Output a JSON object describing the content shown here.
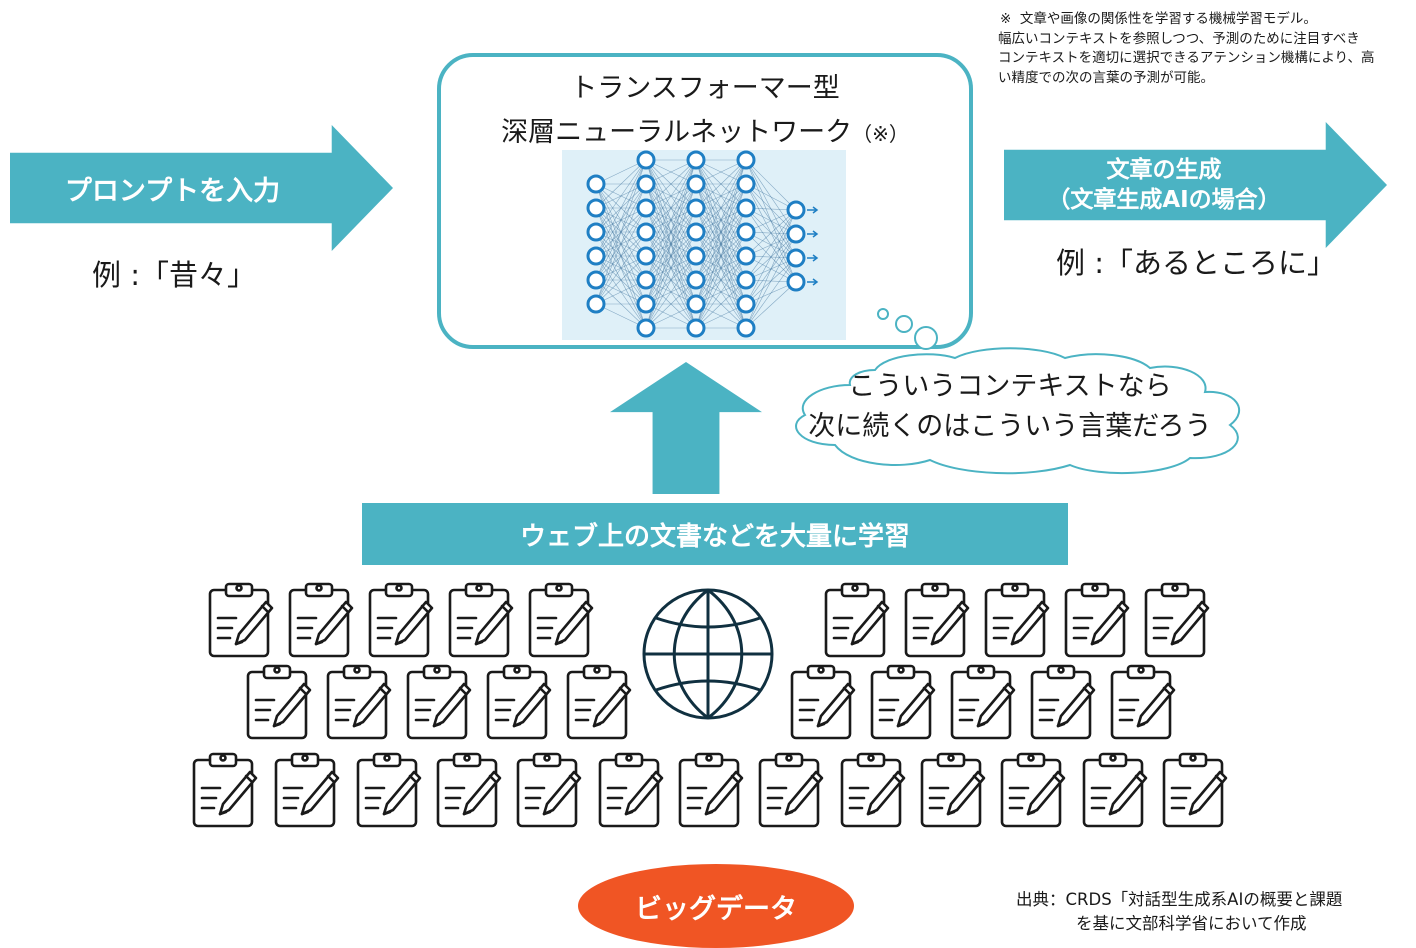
{
  "footnote": {
    "mark": "※",
    "lines": [
      "文章や画像の関係性を学習する機械学習モデル。",
      "幅広いコンテキストを参照しつつ、予測のために注目すべき",
      "コンテキストを適切に選択できるアテンション機構により、高",
      "い精度での次の言葉の予測が可能。"
    ]
  },
  "input": {
    "label": "プロンプトを入力",
    "example": "例 :「昔々」"
  },
  "model": {
    "title_line1": "トランスフォーマー型",
    "title_line2": "深層ニューラルネットワーク",
    "note_mark": "（※）"
  },
  "output": {
    "label_line1": "文章の生成",
    "label_line2": "（文章生成AIの場合）",
    "example": "例 :「あるところに」"
  },
  "thought": {
    "line1": "こういうコンテキストなら",
    "line2": "次に続くのはこういう言葉だろう"
  },
  "learning": {
    "label": "ウェブ上の文書などを大量に学習"
  },
  "bigdata": {
    "label": "ビッグデータ"
  },
  "source": {
    "line1": "出典：CRDS「対話型生成系AIの概要と課題",
    "line2": "を基に文部科学省において作成"
  },
  "colors": {
    "teal": "#4bb3c3",
    "orange": "#f05524",
    "nn_node": "#1f7fc4",
    "nn_panel": "#dff0f8"
  },
  "icons": {
    "document": "clipboard-pencil-icon",
    "globe": "globe-icon"
  },
  "documents": {
    "row1_count": 10,
    "row2_count": 10,
    "row3_count": 13
  }
}
